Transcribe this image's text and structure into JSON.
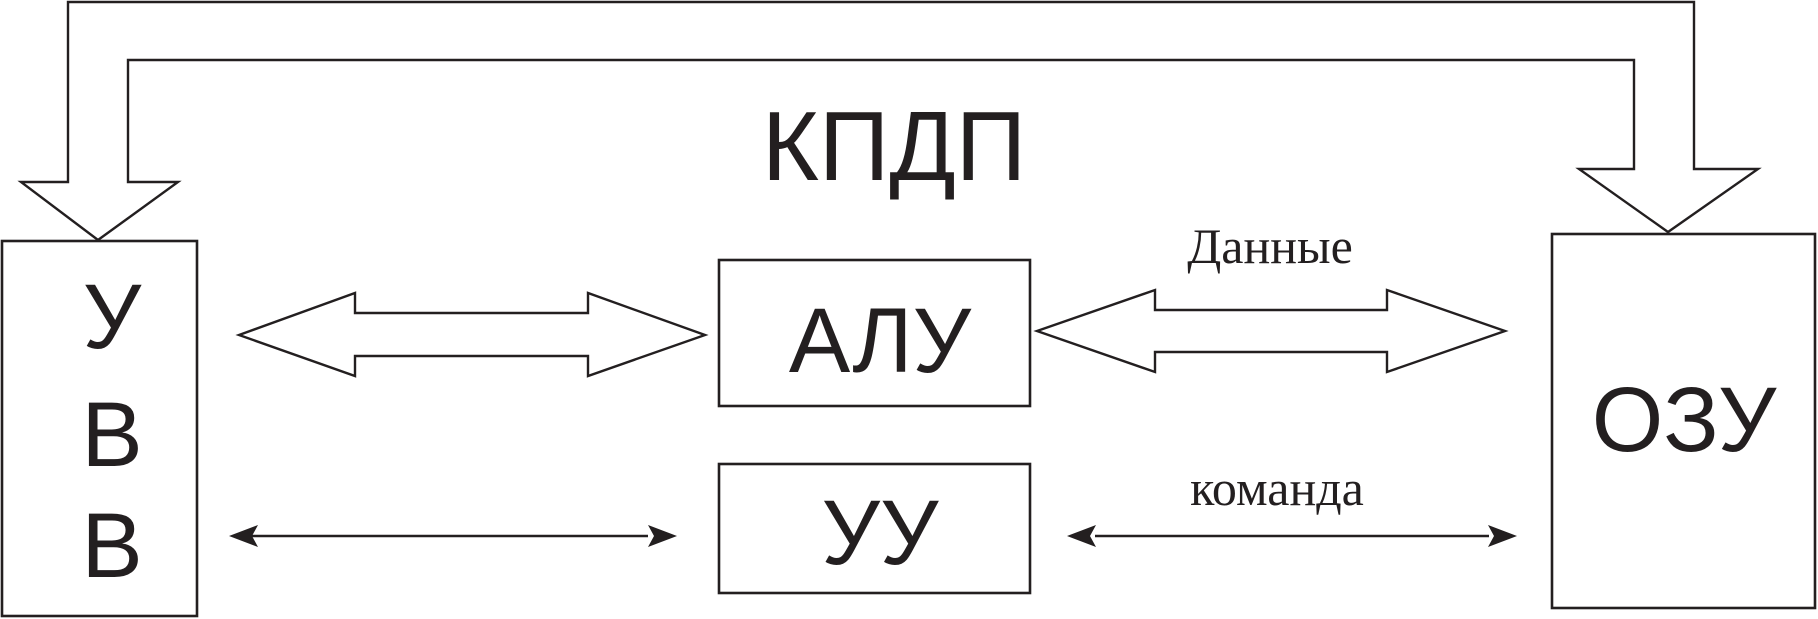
{
  "diagram": {
    "bus_label": "КПДП",
    "io_unit": {
      "letters": [
        "У",
        "В",
        "В"
      ]
    },
    "alu_label": "АЛУ",
    "control_unit_label": "УУ",
    "memory_label": "ОЗУ",
    "data_label": "Данные",
    "command_label": "команда"
  },
  "colors": {
    "stroke": "#231f20",
    "background": "#ffffff"
  }
}
